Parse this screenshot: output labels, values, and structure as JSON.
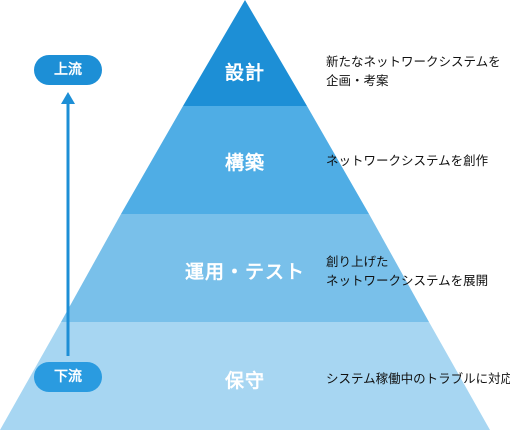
{
  "tiers": [
    {
      "label": "設計",
      "description": [
        "新たなネットワークシステムを",
        "企画・考案"
      ],
      "color": "#1d8fd6"
    },
    {
      "label": "構築",
      "description": [
        "ネットワークシステムを創作"
      ],
      "color": "#4fade5"
    },
    {
      "label": "運用・テスト",
      "description": [
        "創り上げた",
        "ネットワークシステムを展開"
      ],
      "color": "#79c0ea"
    },
    {
      "label": "保守",
      "description": [
        "システム稼働中のトラブルに対応"
      ],
      "color": "#a7d6f2"
    }
  ],
  "flow": {
    "upstream_label": "上流",
    "downstream_label": "下流",
    "upstream_color": "#1d8fd6",
    "downstream_color": "#2a9be0",
    "arrow_color": "#1d8fd6"
  }
}
